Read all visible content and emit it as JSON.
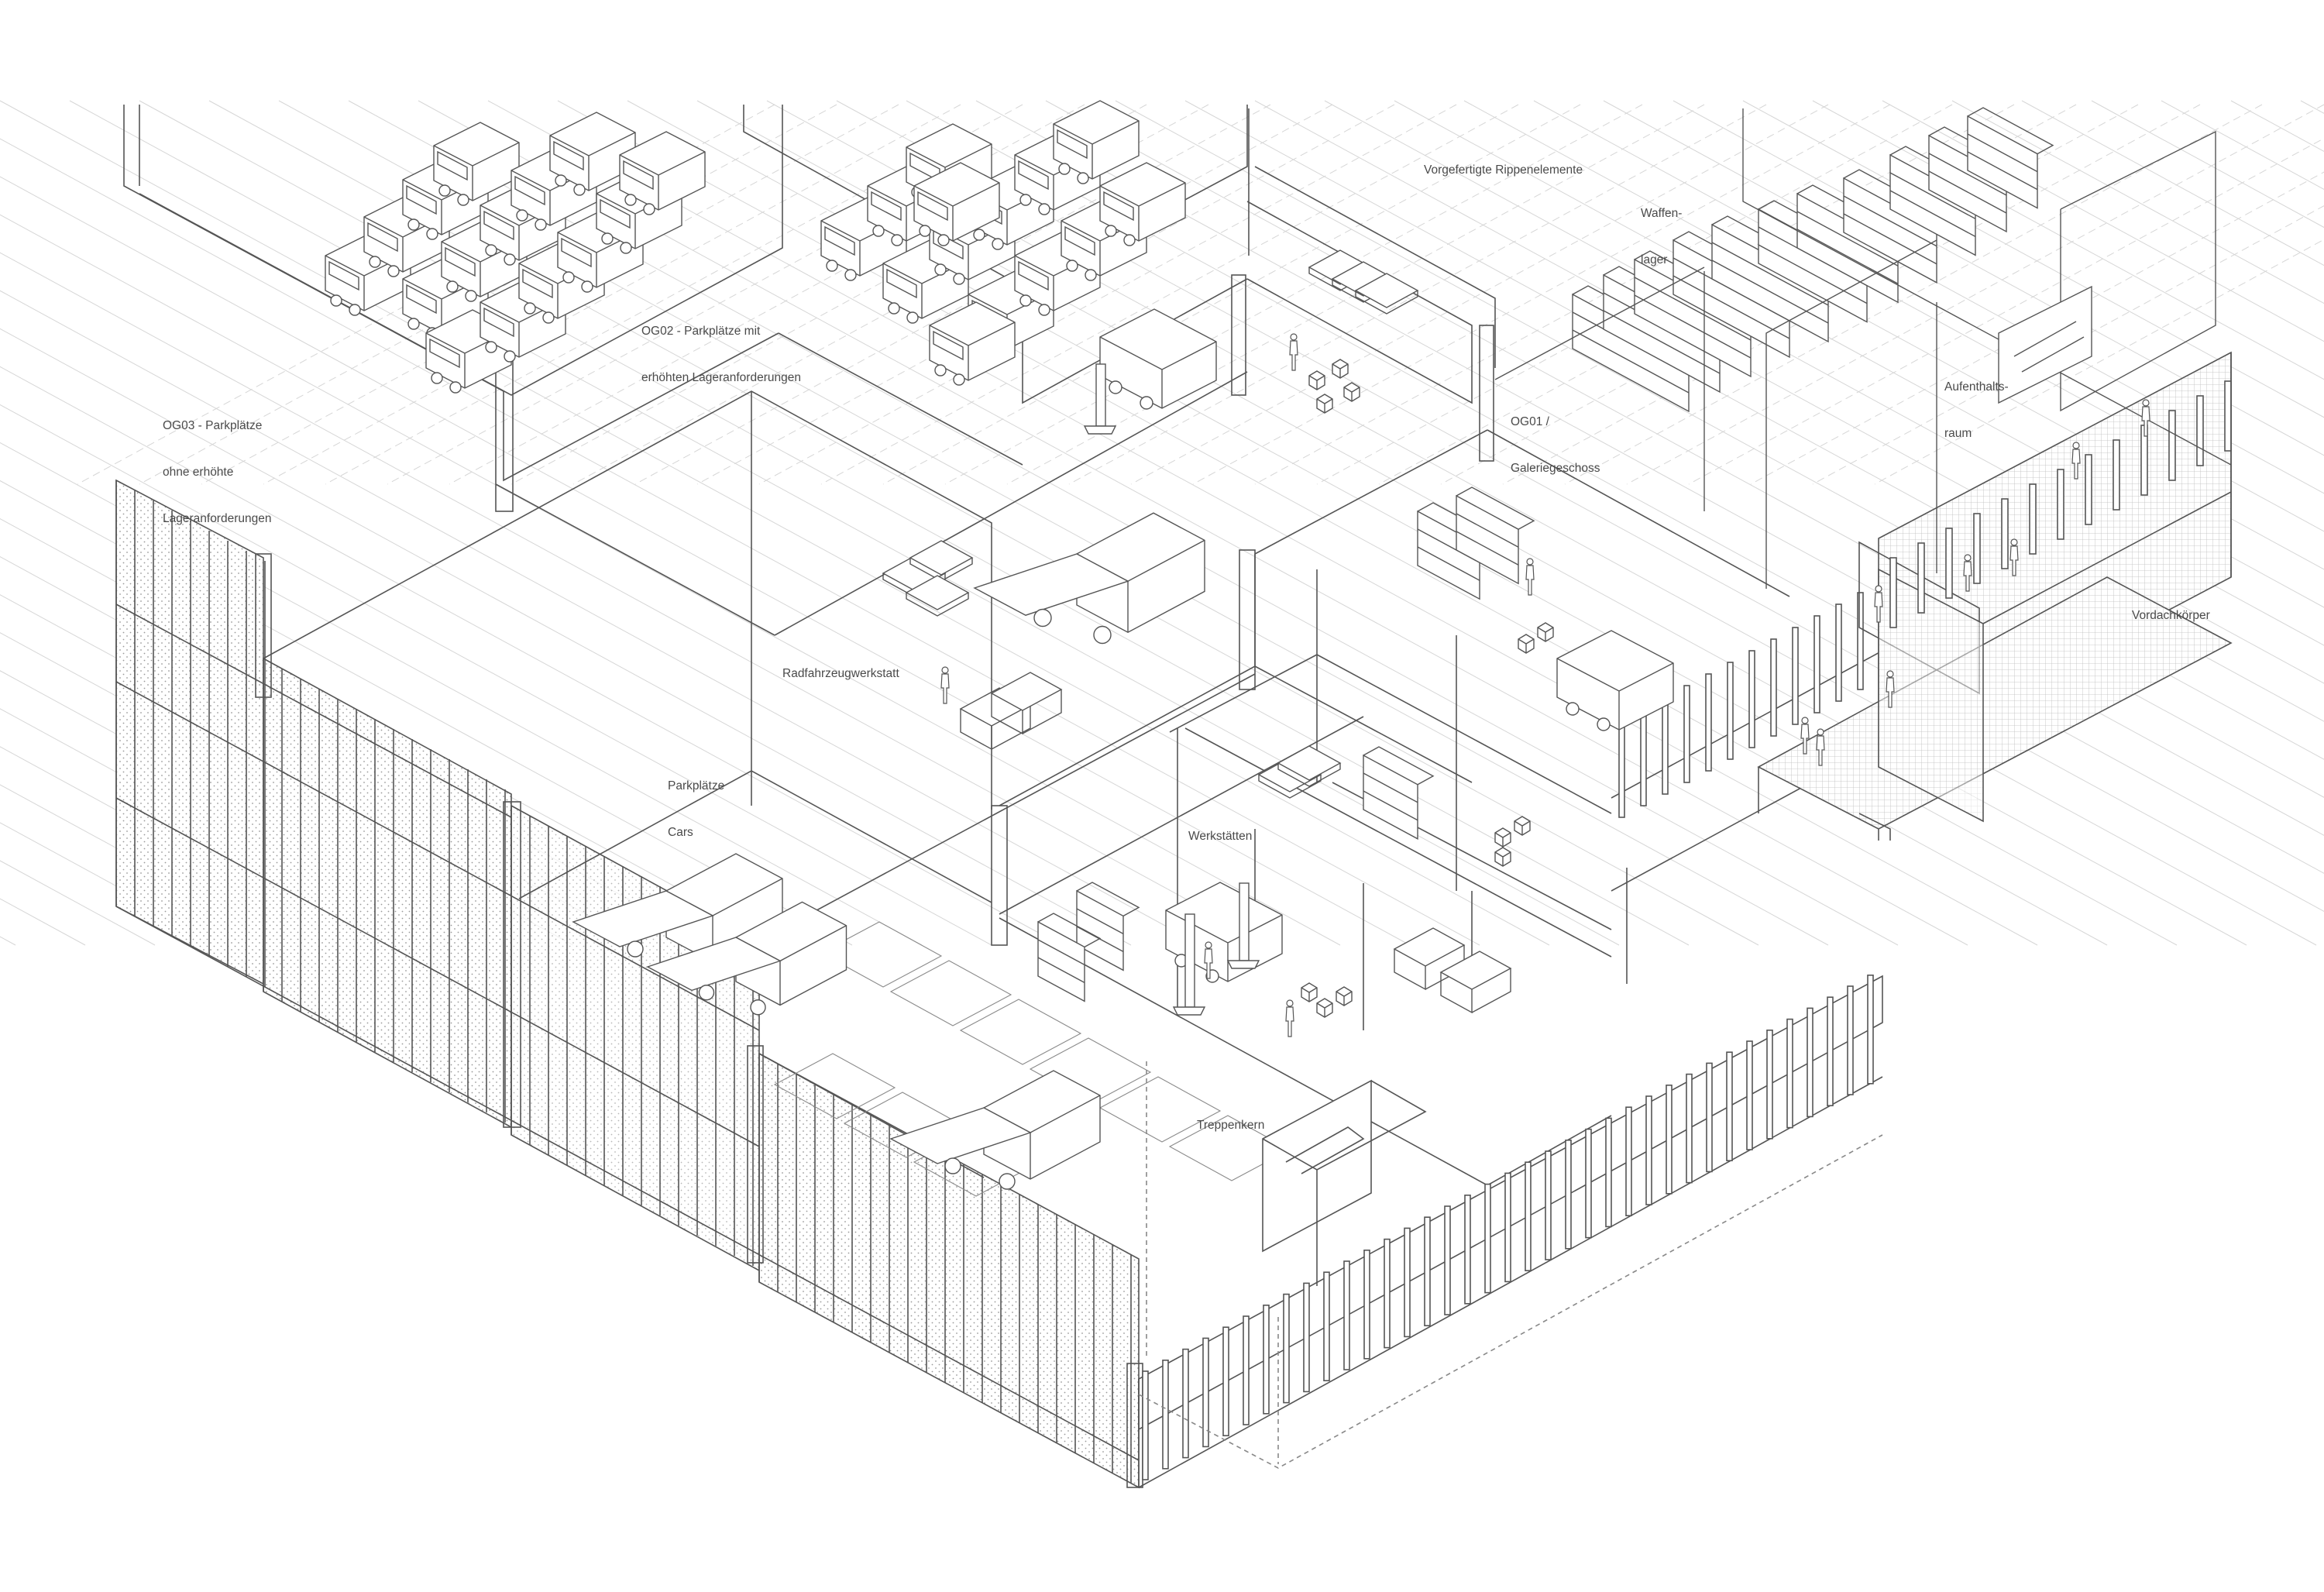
{
  "drawing": {
    "labels": [
      {
        "id": "og03",
        "lines": [
          "OG03 - Parkplätze",
          "ohne erhöhte",
          "Lageranforderungen"
        ]
      },
      {
        "id": "og02",
        "lines": [
          "OG02 - Parkplätze mit",
          "erhöhten Lageranforderungen"
        ]
      },
      {
        "id": "rippen",
        "lines": [
          "Vorgefertigte Rippenelemente"
        ]
      },
      {
        "id": "waffen",
        "lines": [
          "Waffen-",
          "lager"
        ]
      },
      {
        "id": "og01",
        "lines": [
          "OG01 /",
          "Galeriegeschoss"
        ]
      },
      {
        "id": "aufenthalt",
        "lines": [
          "Aufenthalts-",
          "raum"
        ]
      },
      {
        "id": "vordach",
        "lines": [
          "Vordachkörper"
        ]
      },
      {
        "id": "radfahrzeug",
        "lines": [
          "Radfahrzeugwerkstatt"
        ]
      },
      {
        "id": "parkplaetze",
        "lines": [
          "Parkplätze",
          "Cars"
        ]
      },
      {
        "id": "werkstaetten",
        "lines": [
          "Werkstätten"
        ]
      },
      {
        "id": "treppenkern",
        "lines": [
          "Treppenkern"
        ]
      }
    ]
  }
}
